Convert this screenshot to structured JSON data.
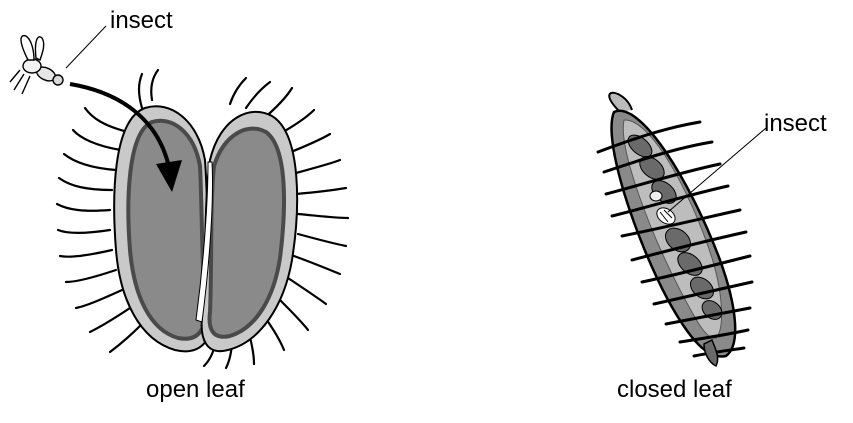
{
  "labels": {
    "insect_left": "insect",
    "insect_right": "insect",
    "open_leaf": "open leaf",
    "closed_leaf": "closed leaf"
  },
  "colors": {
    "ink": "#000000",
    "leaf_rim": "#c9c9c9",
    "leaf_fill": "#8a8a8a",
    "leaf_dark_edge": "#4a4a4a",
    "pocket": "#6a6a6a",
    "background": "#ffffff"
  }
}
